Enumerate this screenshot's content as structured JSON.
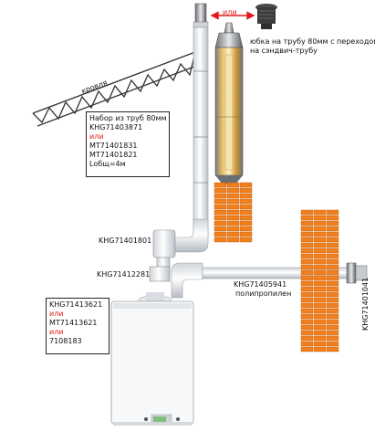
{
  "labels": {
    "or_top": "или",
    "adapter": "юбка на трубу 80мм с переходом\nна сэндвич-трубу",
    "roof": "кровля",
    "kit_box": [
      {
        "text": "Набор из труб 80мм",
        "color": "#111111"
      },
      {
        "text": "KHG71403871",
        "color": "#111111"
      },
      {
        "text": "или",
        "color": "#e21b1b"
      },
      {
        "text": "MT71401831",
        "color": "#111111"
      },
      {
        "text": "MT71401821",
        "color": "#111111"
      },
      {
        "text": "Lобщ=4м",
        "color": "#111111"
      }
    ],
    "part_1801": "KHG71401801",
    "part_2281": "KHG71412281",
    "part_5941_a": "KHG71405941",
    "part_5941_b": "полипропилен",
    "part_1041": "KHG71401041",
    "boiler_box": [
      {
        "text": "KHG71413621",
        "color": "#111111"
      },
      {
        "text": "или",
        "color": "#e21b1b"
      },
      {
        "text": "MT71413621",
        "color": "#111111"
      },
      {
        "text": "или",
        "color": "#e21b1b"
      },
      {
        "text": "7108183",
        "color": "#111111"
      }
    ]
  },
  "colors": {
    "brick": "#f07f1e",
    "pipe": "#e9ecef",
    "roof_truss": "#333333",
    "sandwich": "#d8a74a",
    "arrow": "#e21b1b"
  }
}
